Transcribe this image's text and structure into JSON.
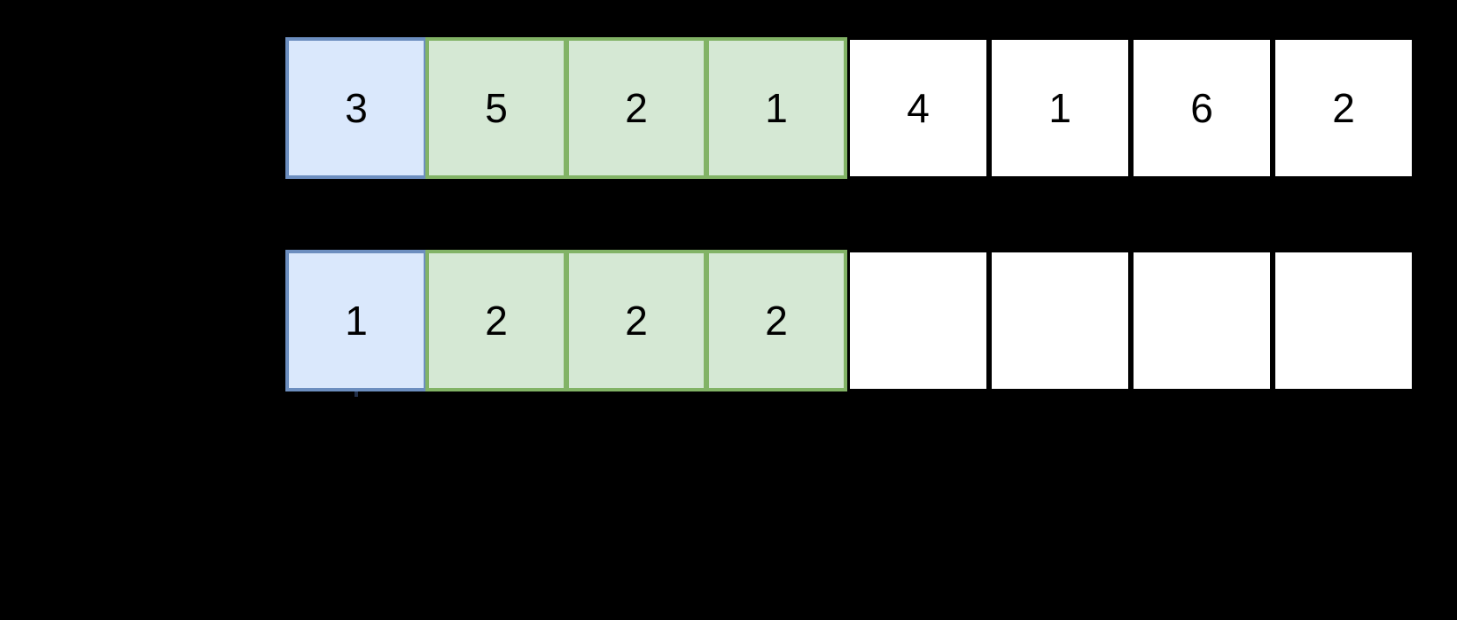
{
  "background_color": "#000000",
  "colors": {
    "blue_cell_fill": "#dae8fc",
    "blue_cell_stroke": "#6c8ebf",
    "green_cell_fill": "#d5e8d4",
    "green_cell_stroke": "#82b366",
    "white_cell_fill": "#ffffff",
    "white_cell_stroke": "#000000",
    "digit_text": "#000000"
  },
  "arrays": {
    "top": {
      "cells": [
        {
          "value": "3",
          "highlight": "blue"
        },
        {
          "value": "5",
          "highlight": "green"
        },
        {
          "value": "2",
          "highlight": "green"
        },
        {
          "value": "1",
          "highlight": "green"
        },
        {
          "value": "4",
          "highlight": "none"
        },
        {
          "value": "1",
          "highlight": "none"
        },
        {
          "value": "6",
          "highlight": "none"
        },
        {
          "value": "2",
          "highlight": "none"
        }
      ]
    },
    "bottom": {
      "cells": [
        {
          "value": "1",
          "highlight": "blue"
        },
        {
          "value": "2",
          "highlight": "green"
        },
        {
          "value": "2",
          "highlight": "green"
        },
        {
          "value": "2",
          "highlight": "green"
        },
        {
          "value": "",
          "highlight": "none"
        },
        {
          "value": "",
          "highlight": "none"
        },
        {
          "value": "",
          "highlight": "none"
        },
        {
          "value": "",
          "highlight": "none"
        }
      ]
    }
  }
}
